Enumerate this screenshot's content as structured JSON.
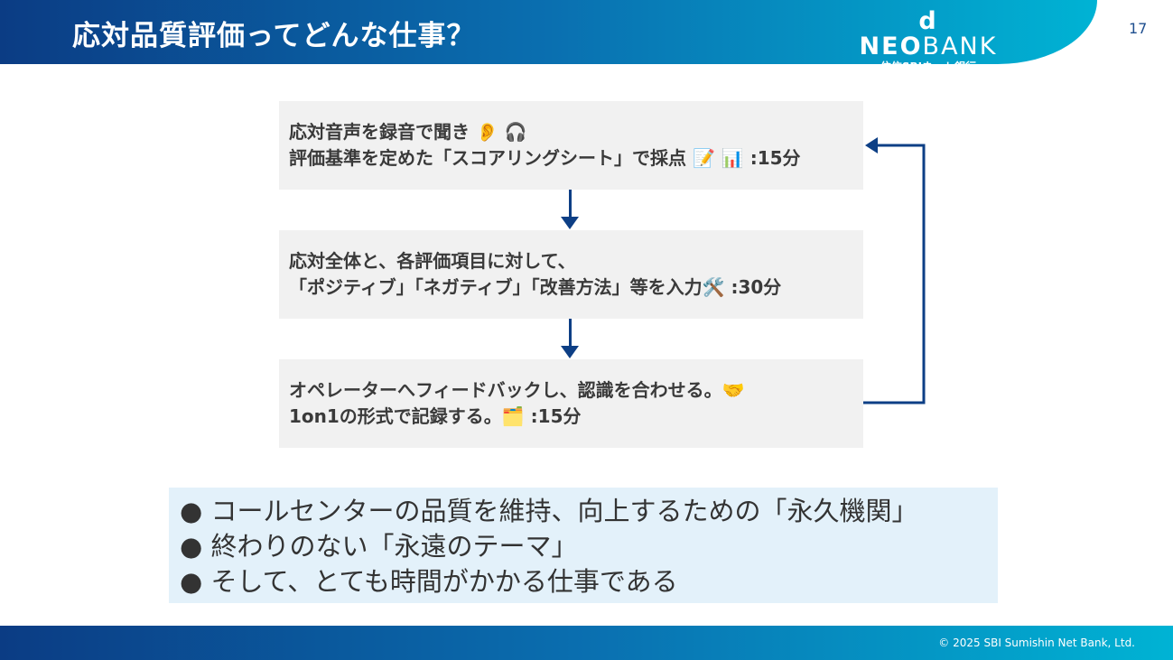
{
  "header": {
    "title": "応対品質評価ってどんな仕事？",
    "logo_main_bold": "d NEO",
    "logo_main": "BANK",
    "logo_sub": "住信SBIネット銀行",
    "page_number": "17"
  },
  "flow": [
    {
      "line1": "応対音声を録音で聞き 👂 🎧",
      "line2": "評価基準を定めた「スコアリングシート」で採点 📝 📊 :15分"
    },
    {
      "line1": "応対全体と、各評価項目に対して、",
      "line2": "「ポジティブ」「ネガティブ」「改善方法」等を入力🛠️ :30分"
    },
    {
      "line1": "オペレーターへフィードバックし、認識を合わせる。🤝",
      "line2": "1on1の形式で記録する。🗂️ :15分"
    }
  ],
  "summary": [
    "● コールセンターの品質を維持、向上するための「永久機関」",
    "● 終わりのない「永遠のテーマ」",
    "● そして、とても時間がかかる仕事である"
  ],
  "footer": {
    "copyright": "© 2025 SBI Sumishin Net Bank, Ltd."
  },
  "colors": {
    "arrow": "#0d3f85",
    "box": "#f1f1f1",
    "summary_bg": "#e3f1fa"
  }
}
